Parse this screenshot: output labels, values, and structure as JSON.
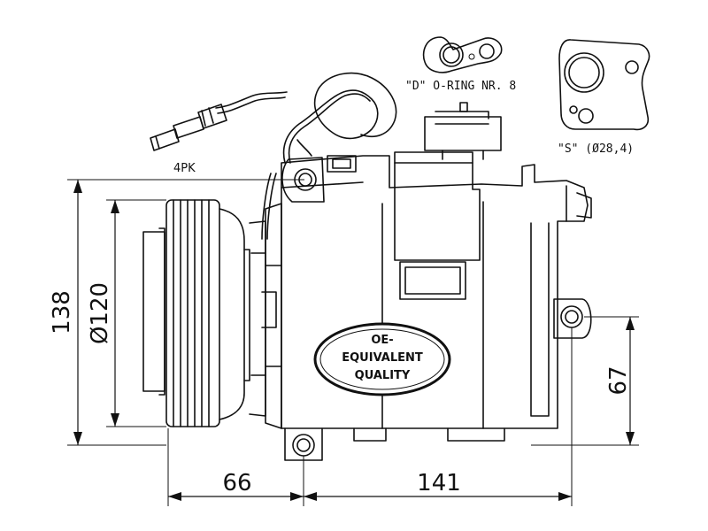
{
  "labels": {
    "d_oring": "\"D\" O-RING NR. 8",
    "s_oring": "\"S\" (Ø28,4)",
    "belt": "4PK",
    "badge_line1": "OE-",
    "badge_line2": "EQUIVALENT",
    "badge_line3": "QUALITY"
  },
  "dimensions": {
    "height": "138",
    "pulley_diameter": "Ø120",
    "mount_height": "67",
    "pulley_offset": "66",
    "body_length": "141"
  }
}
